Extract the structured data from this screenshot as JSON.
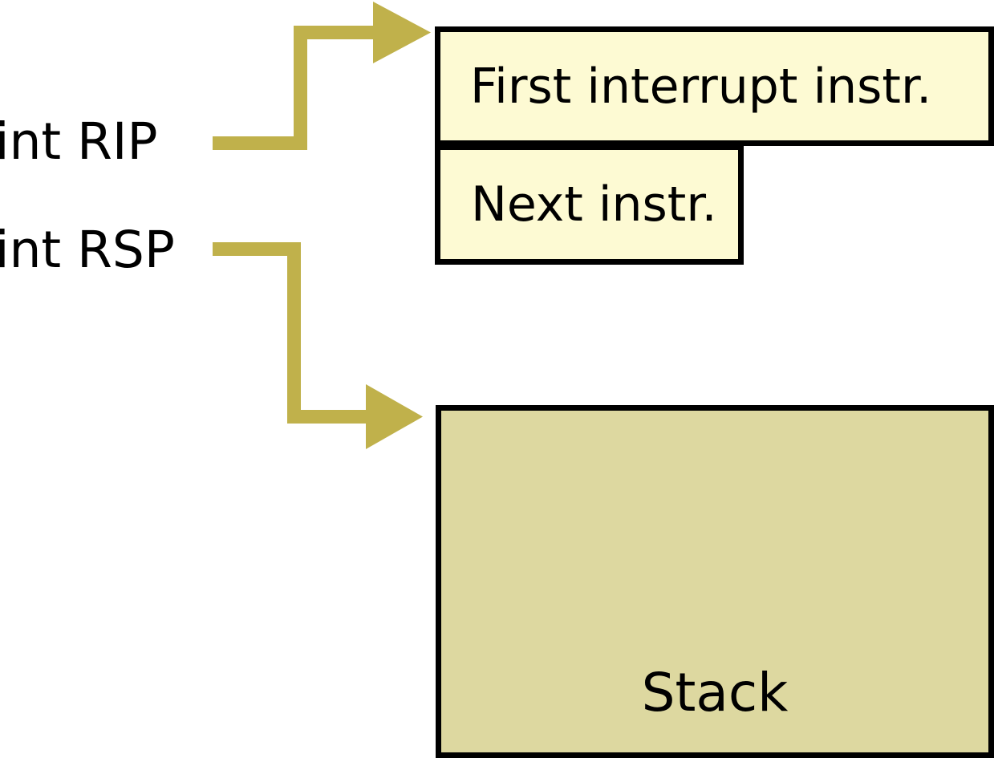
{
  "labels": {
    "int_rip": "int RIP",
    "int_rsp": "int RSP"
  },
  "boxes": {
    "first_interrupt": "First interrupt instr.",
    "next_instr": "Next instr.",
    "stack": "Stack"
  },
  "colors": {
    "arrow": "#c0b14b",
    "instr_box_fill": "#fdfad3",
    "stack_box_fill": "#ddd8a0",
    "box_border": "#000000",
    "background": "#ffffff",
    "text": "#000000"
  }
}
